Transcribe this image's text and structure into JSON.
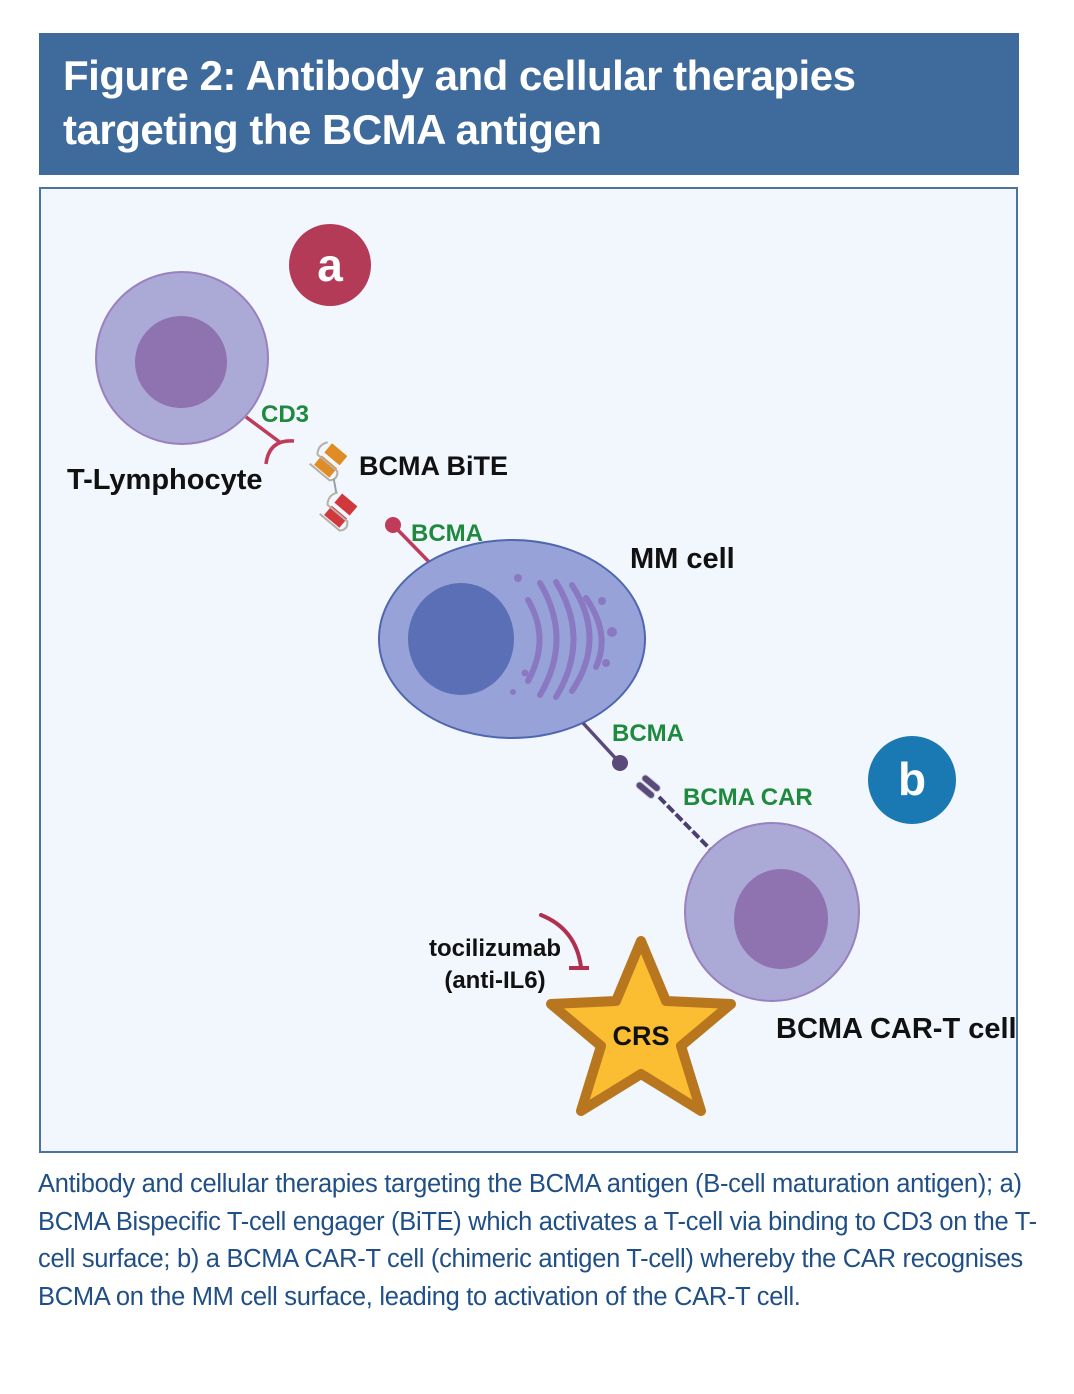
{
  "figure": {
    "title_lines": [
      "Figure 2: Antibody and cellular therapies",
      "targeting the BCMA antigen"
    ],
    "caption": "Antibody and cellular therapies targeting the BCMA antigen (B-cell maturation antigen); a) BCMA Bispecific T-cell engager (BiTE) which activates a T-cell via binding to CD3 on the T-cell surface; b) a BCMA CAR-T cell (chimeric antigen T-cell) whereby the CAR recognises BCMA on the MM cell surface, leading to activation of the CAR-T cell."
  },
  "diagram": {
    "badges": {
      "a": "a",
      "b": "b"
    },
    "labels": {
      "t_lymphocyte": "T-Lymphocyte",
      "cd3": "CD3",
      "bcma_bite": "BCMA BiTE",
      "bcma_top": "BCMA",
      "mm_cell": "MM cell",
      "bcma_bottom": "BCMA",
      "bcma_car": "BCMA CAR",
      "car_t_cell": "BCMA CAR-T cell",
      "tocilizumab": "tocilizumab",
      "anti_il6": "(anti-IL6)",
      "crs": "CRS"
    },
    "colors": {
      "title_bar": "#3f6a9c",
      "panel_bg": "#f1f7fd",
      "panel_border": "#4b72a3",
      "t_cell_outer": "#aba9d6",
      "t_cell_nucleus": "#8f72b0",
      "mm_cell": "#97a3d8",
      "mm_nucleus": "#5b6fb6",
      "badge_a": "#b43b58",
      "badge_b": "#1a78b3",
      "receptor_red": "#c03a5a",
      "car_purple": "#5a4a7a",
      "star_fill": "#fbbd32",
      "star_stroke": "#b8761f",
      "green_label": "#1f8a3e",
      "caption_text": "#1f4f86"
    }
  }
}
